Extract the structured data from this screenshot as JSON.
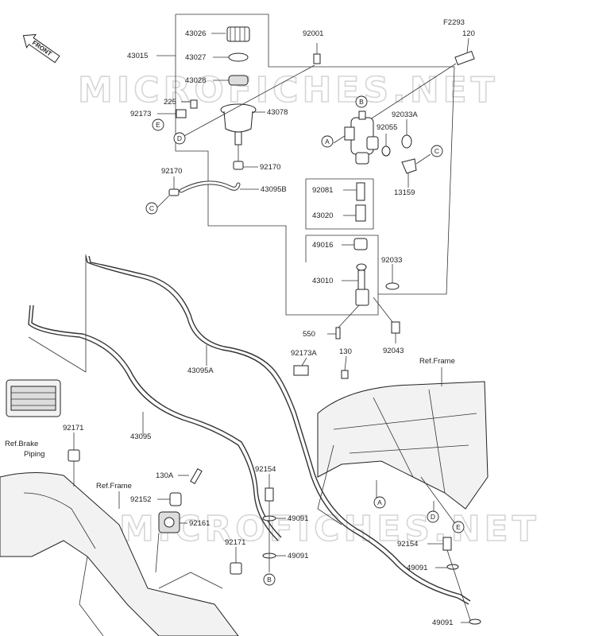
{
  "diagram": {
    "code": "F2293",
    "front_label": "FRONT",
    "watermark": "MICROFICHES.NET",
    "parts": {
      "p43026": "43026",
      "p43027": "43027",
      "p43015": "43015",
      "p43028": "43028",
      "p225": "225",
      "p92173": "92173",
      "p43078": "43078",
      "p92001": "92001",
      "p120": "120",
      "p92033A": "92033A",
      "p92055": "92055",
      "p13159": "13159",
      "p92170a": "92170",
      "p92170b": "92170",
      "p43095B": "43095B",
      "p92081": "92081",
      "p43020": "43020",
      "p49016": "49016",
      "p92033": "92033",
      "p43010": "43010",
      "p550": "550",
      "p92043": "92043",
      "p92173A": "92173A",
      "p130": "130",
      "p43095A": "43095A",
      "p43095": "43095",
      "p92171a": "92171",
      "p130A": "130A",
      "p92152": "92152",
      "p92161": "92161",
      "p92154a": "92154",
      "p49091a": "49091",
      "p92171b": "92171",
      "p49091b": "49091",
      "p92154b": "92154",
      "p49091c": "49091",
      "p49091d": "49091"
    },
    "refs": {
      "frame_top": "Ref.Frame",
      "frame_left": "Ref.Frame",
      "brake_line1": "Ref.Brake",
      "brake_line2": "Piping"
    },
    "callouts": [
      "A",
      "B",
      "C",
      "D",
      "E"
    ]
  }
}
